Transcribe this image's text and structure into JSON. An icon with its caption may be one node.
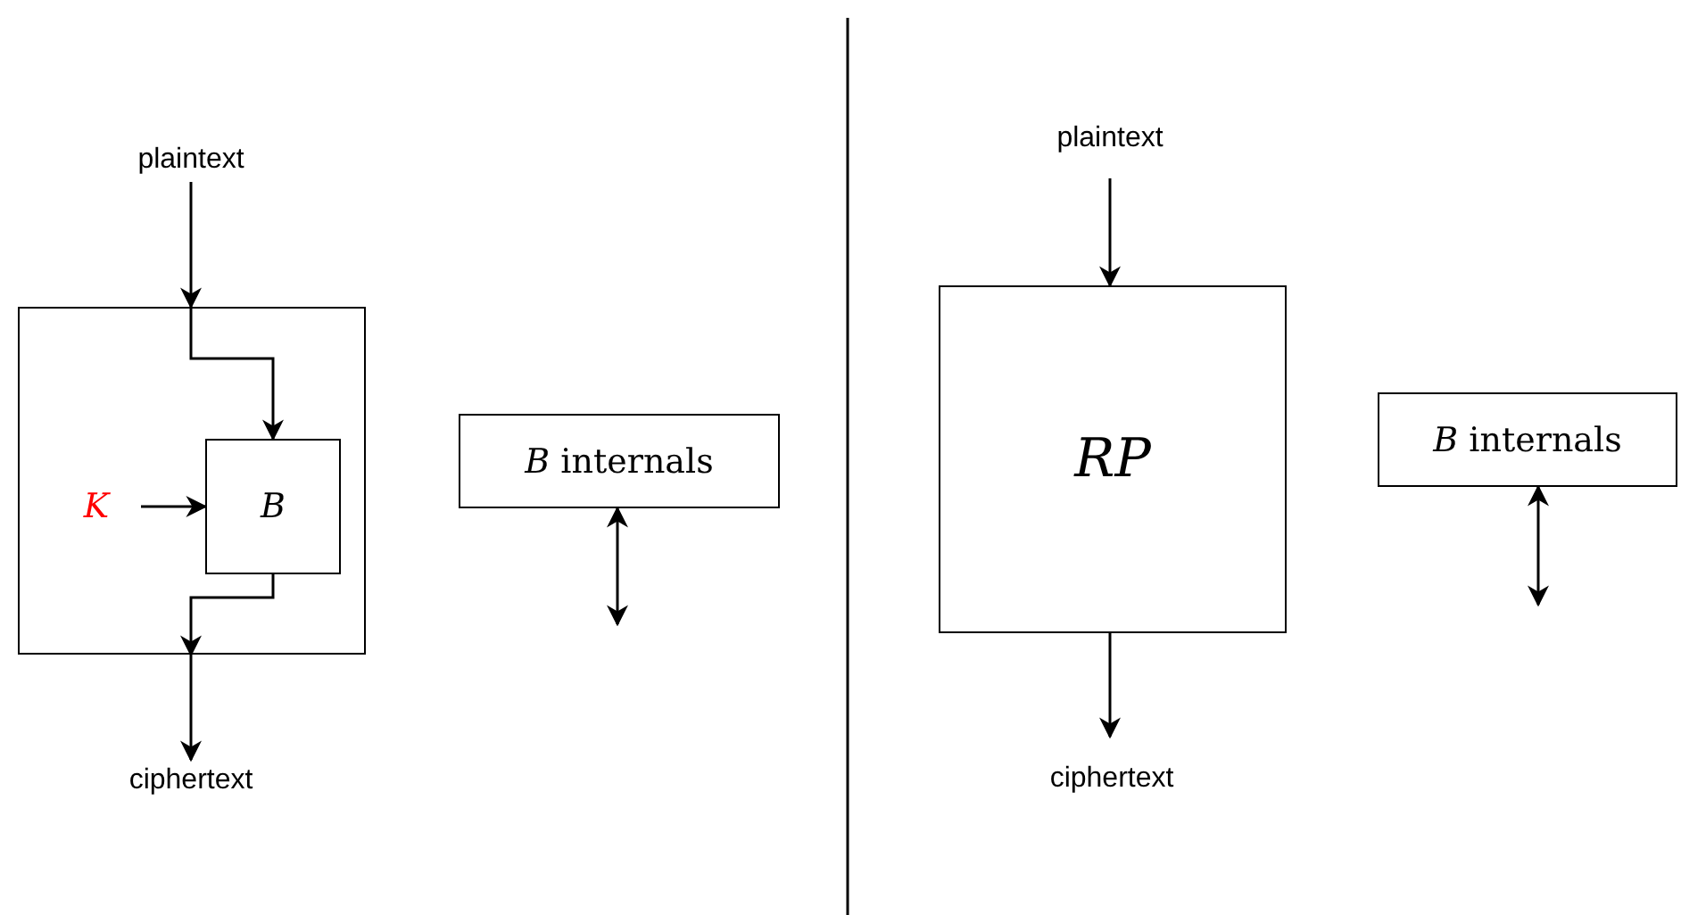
{
  "diagram": {
    "nodes": [
      {
        "text": [
          "plaintext"
        ]
      },
      {
        "text": [],
        "shape": "box"
      },
      {
        "text": [
          "B"
        ],
        "in": 1
      },
      {
        "text": [
          "K"
        ],
        "in": 1
      },
      {
        "text": [
          "ciphertext"
        ]
      },
      {
        "text": [
          "*B* internals"
        ]
      },
      {
        "text": [
          "plaintext"
        ]
      },
      {
        "text": [
          "RP"
        ]
      },
      {
        "text": [
          "ciphertext"
        ]
      },
      {
        "text": [
          "*B* internals"
        ]
      }
    ],
    "edges": [
      {
        "from": 0,
        "to": 1,
        "arrow": "to"
      },
      {
        "from": 1,
        "to": 2,
        "arrow": "to"
      },
      {
        "from": 3,
        "to": 2,
        "arrow": "to"
      },
      {
        "from": 2,
        "to": 1,
        "arrow": "to"
      },
      {
        "from": 1,
        "to": 4,
        "arrow": "to"
      },
      {
        "from": 5,
        "to": null,
        "arrow": "both"
      },
      {
        "from": 6,
        "to": 7,
        "arrow": "to"
      },
      {
        "from": 7,
        "to": 8,
        "arrow": "to"
      },
      {
        "from": 9,
        "to": null,
        "arrow": "both"
      }
    ]
  }
}
